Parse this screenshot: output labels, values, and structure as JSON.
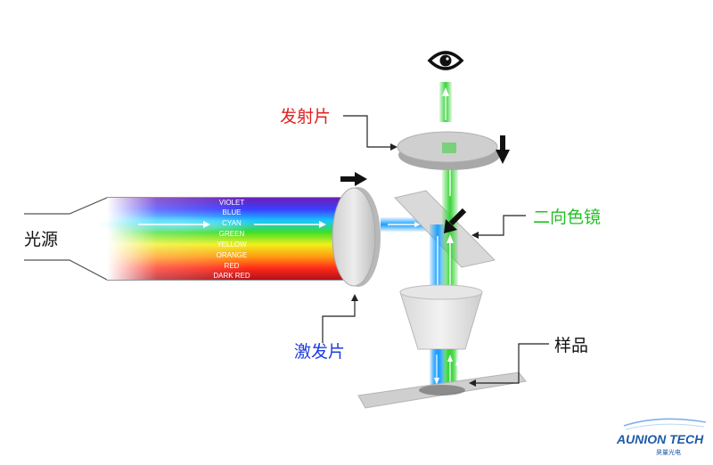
{
  "labels": {
    "light_source": "光源",
    "emission_filter": "发射片",
    "dichroic_mirror": "二向色镜",
    "excitation_filter": "激发片",
    "sample": "样品"
  },
  "spectrum": [
    "VIOLET",
    "BLUE",
    "CYAN",
    "GREEN",
    "YELLOW",
    "ORANGE",
    "RED",
    "DARK RED"
  ],
  "brand": {
    "name": "AUNION TECH",
    "subtitle": "昊量光电"
  },
  "colors": {
    "emission_label": "#e02020",
    "dichroic_label": "#22c022",
    "excitation_label": "#1e3ee0",
    "neutral_label": "#111111",
    "excitation_beam": "#1aa0ff",
    "emission_beam": "#37d437",
    "brand": "#1e5aa8"
  },
  "icons": [
    "eye-icon",
    "arrow-right-icon",
    "arrow-down-icon",
    "arrow-diagonal-icon"
  ]
}
